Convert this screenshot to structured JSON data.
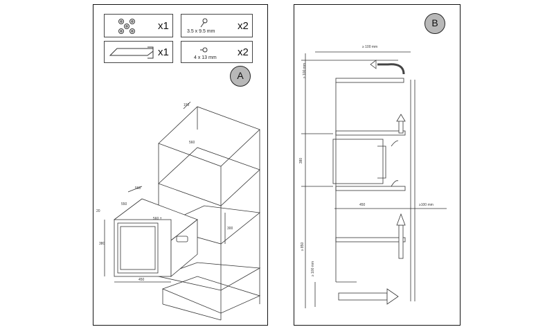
{
  "parts": [
    {
      "icon": "fastener-set-icon",
      "qty": "x1",
      "spec": ""
    },
    {
      "icon": "screw-icon",
      "qty": "x2",
      "spec": "3.5 x 9.5 mm"
    },
    {
      "icon": "trim-strip-icon",
      "qty": "x1",
      "spec": ""
    },
    {
      "icon": "small-screw-icon",
      "qty": "x2",
      "spec": "4 x 13 mm"
    }
  ],
  "badges": {
    "a": "A",
    "b": "B"
  },
  "dims_a": {
    "d1": "560",
    "d2": "550",
    "d3": "20",
    "d4": "300",
    "d5": "560 ±",
    "d6": "380",
    "d7": "450",
    "d8": "560",
    "d9": "150"
  },
  "dims_b": {
    "top_gap": "≥ 100  mm",
    "left_gap": "≥ 100 mm",
    "niche_h": "380",
    "depth": "450",
    "side_gap": "≥100 mm",
    "total_h": "≥ 850",
    "bottom_gap": "≥ 100  mm"
  }
}
